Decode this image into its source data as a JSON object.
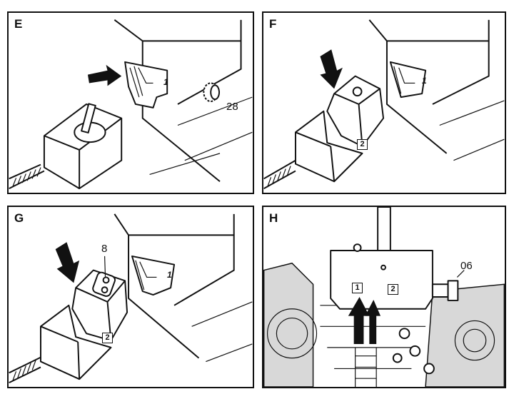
{
  "panels": {
    "E": {
      "letter": "E",
      "tag_1": "1",
      "callout_28": "28"
    },
    "F": {
      "letter": "F",
      "tag_1": "1",
      "tag_2": "2"
    },
    "G": {
      "letter": "G",
      "tag_1": "1",
      "tag_2": "2",
      "callout_8": "8"
    },
    "H": {
      "letter": "H",
      "tag_1": "1",
      "tag_2": "2",
      "callout_06": "06"
    }
  }
}
